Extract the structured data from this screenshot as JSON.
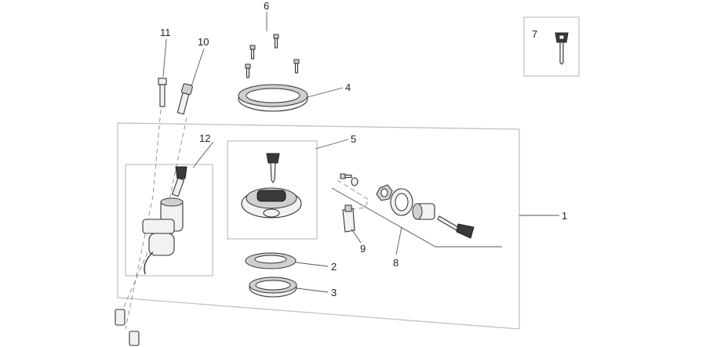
{
  "callouts": [
    {
      "id": "1",
      "label": "1"
    },
    {
      "id": "2",
      "label": "2"
    },
    {
      "id": "3",
      "label": "3"
    },
    {
      "id": "4",
      "label": "4"
    },
    {
      "id": "5",
      "label": "5"
    },
    {
      "id": "6",
      "label": "6"
    },
    {
      "id": "7",
      "label": "7"
    },
    {
      "id": "8",
      "label": "8"
    },
    {
      "id": "9",
      "label": "9"
    },
    {
      "id": "10",
      "label": "10"
    },
    {
      "id": "11",
      "label": "11"
    },
    {
      "id": "12",
      "label": "12"
    }
  ],
  "colors": {
    "frame": "#bdbdbd",
    "line": "#333333",
    "text": "#222222"
  }
}
